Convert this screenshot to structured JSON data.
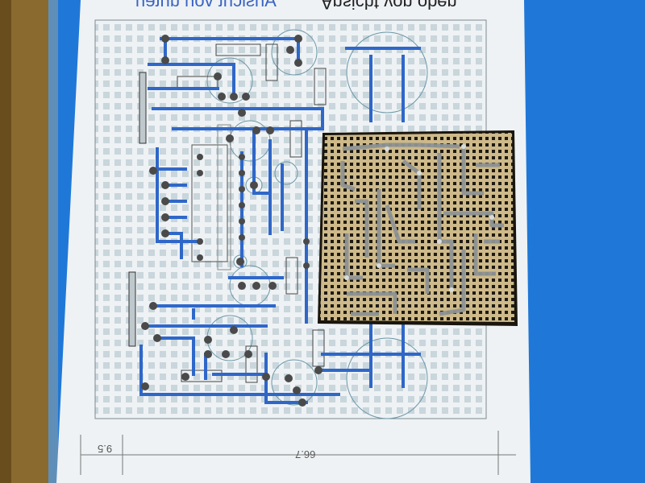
{
  "photo": {
    "title_left": "Ansicht von unten",
    "title_right": "Ansicht von oben",
    "dimension_small": "9.5",
    "dimension_large": "66.7"
  },
  "colors": {
    "background": "#1f78d8",
    "paper": "#eef2f4",
    "grid_pad": "#c9d6dc",
    "trace": "#2f67c9",
    "board": "#cdb98a",
    "board_trace": "#9aa0a0",
    "wood": "#8a6a2e"
  }
}
